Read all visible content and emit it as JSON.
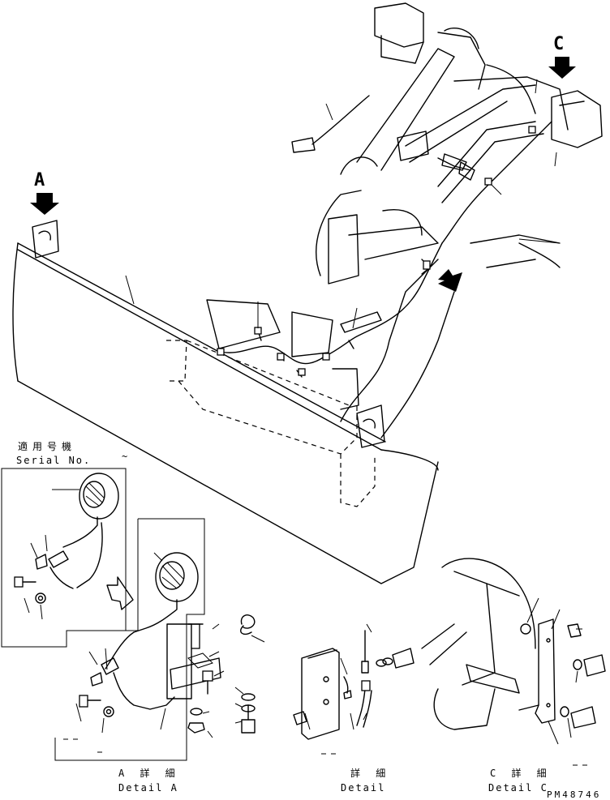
{
  "callouts": {
    "view_a": "A",
    "view_c": "C"
  },
  "serial": {
    "label_ja": "適用号機",
    "label_en": "Serial No.",
    "range": "~"
  },
  "details": {
    "a_ja": "A 詳 細",
    "a_en": "Detail A",
    "b_ja": "詳 細",
    "b_en": "Detail",
    "c_ja": "C 詳 細",
    "c_en": "Detail C"
  },
  "drawing_number": "PM48746"
}
